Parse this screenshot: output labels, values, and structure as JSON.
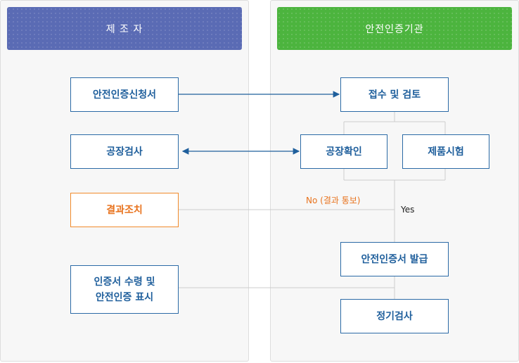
{
  "lanes": {
    "left_title": "제 조 자",
    "right_title": "안전인증기관"
  },
  "steps": {
    "apply": "안전인증신청서",
    "factory_inspection": "공장검사",
    "corrective_action": "결과조치",
    "receive_cert_line1": "인증서 수령 및",
    "receive_cert_line2": "안전인증 표시",
    "receipt_review": "접수 및 검토",
    "factory_check": "공장확인",
    "product_test": "제품시험",
    "issue_cert": "안전인증서 발급",
    "periodic_inspection": "정기검사"
  },
  "labels": {
    "no_result": "No (결과 통보)",
    "yes": "Yes"
  },
  "colors": {
    "manufacturer_header": "#5a6bb4",
    "agency_header": "#4cb43e",
    "box_border": "#2b6aa6",
    "box_text": "#1f5f9c",
    "highlight": "#f08a2b",
    "connector": "#cccccc"
  }
}
